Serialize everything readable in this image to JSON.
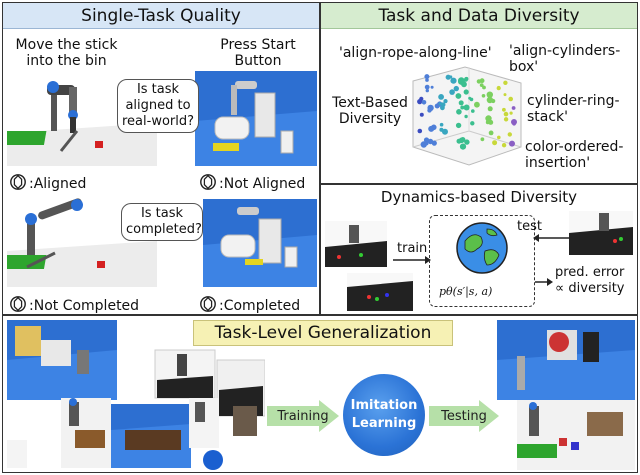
{
  "panels": {
    "single_task": {
      "title": "Single-Task Quality",
      "move_label": "Move the stick\ninto the bin",
      "press_label": "Press Start\nButton",
      "bubble1": "Is task\naligned to\nreal-world?",
      "bubble2": "Is task\ncompleted?",
      "aligned": ":Aligned",
      "not_aligned": ":Not Aligned",
      "not_completed": ":Not Completed",
      "completed": ":Completed"
    },
    "task_data": {
      "title": "Task and Data Diversity",
      "text_based": "Text-Based\nDiversity",
      "labels": [
        "'align-rope-along-line'",
        "'align-cylinders-\nbox'",
        "cylinder-ring-\nstack'",
        "color-ordered-\ninsertion'"
      ]
    },
    "dynamics": {
      "title": "Dynamics-based Diversity",
      "train": "train",
      "test": "test",
      "formula": "pθ(s′|s, a)",
      "pred": "pred. error\n∝ diversity"
    },
    "task_level": {
      "title": "Task-Level Generalization",
      "training": "Training",
      "testing": "Testing",
      "center": "Imitation\nLearning"
    }
  },
  "colors": {
    "blue_title": "#d7e6f6",
    "green_title": "#d6eccf",
    "yellow_title": "#f6f1b4",
    "arrow_green": "#b6e0a8",
    "circle_blue": "#2b73d6"
  }
}
